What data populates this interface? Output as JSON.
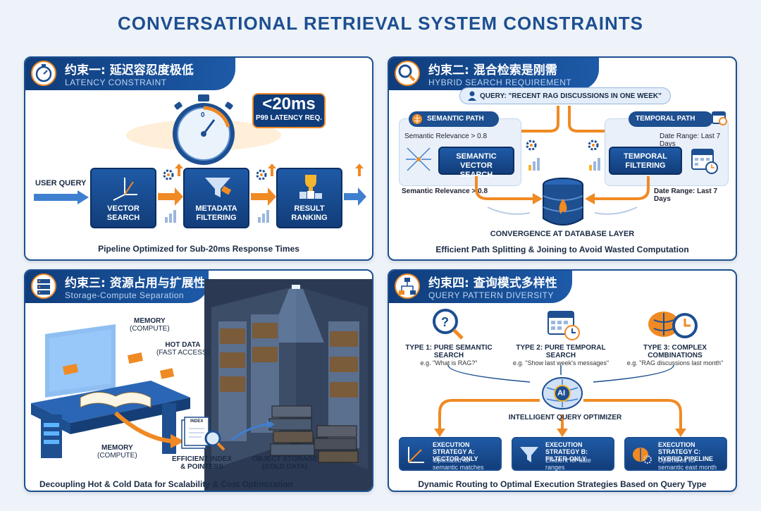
{
  "title": "CONVERSATIONAL RETRIEVAL SYSTEM CONSTRAINTS",
  "colors": {
    "navy": "#1d4f91",
    "orange": "#f08a24",
    "panel_bg": "#ffffff"
  },
  "p1": {
    "zh": "约束一: 延迟容忍度极低",
    "en": "LATENCY CONSTRAINT",
    "icon": "stopwatch-icon",
    "badge_value": "<20ms",
    "badge_sub": "P99 LATENCY REQ.",
    "dial_zero": "0",
    "input": "USER QUERY",
    "steps": [
      "VECTOR SEARCH",
      "METADATA FILTERING",
      "RESULT RANKING"
    ],
    "caption": "Pipeline Optimized for Sub-20ms Response Times"
  },
  "p2": {
    "zh": "约束二: 混合检索是刚需",
    "en": "HYBRID SEARCH REQUIREMENT",
    "icon": "search-icon",
    "query": "QUERY: \"RECENT RAG DISCUSSIONS IN ONE WEEK\"",
    "semantic_path": "SEMANTIC PATH",
    "temporal_path": "TEMPORAL PATH",
    "semantic_rel_top": "Semantic Relevance > 0.8",
    "date_range_top": "Date Range: Last 7 Days",
    "semantic_box": "SEMANTIC VECTOR SEARCH",
    "temporal_box": "TEMPORAL FILTERING",
    "semantic_rel_bottom": "Semantic Relevance > 0.8",
    "date_range_bottom": "Date Range: Last 7 Days",
    "convergence": "CONVERGENCE AT DATABASE LAYER",
    "caption": "Efficient Path Splitting & Joining to Avoid Wasted Computation"
  },
  "p3": {
    "zh": "约束三: 资源占用与扩展性",
    "en": "Storage-Compute Separation",
    "icon": "server-icon",
    "memory_top": "MEMORY",
    "memory_top_sub": "(COMPUTE)",
    "hot_data": "HOT DATA",
    "hot_data_sub": "(FAST ACCESS)",
    "memory_bottom": "MEMORY",
    "memory_bottom_sub": "(COMPUTE)",
    "index": "EFFICIENT INDEX",
    "index_sub": "& POINTERS",
    "index_doc": "INDEX",
    "object_storage": "OBJECT STORAGE",
    "object_storage_sub": "(COLD DATA)",
    "caption": "Decoupling Hot & Cold Data for Scalability & Cost Optimization"
  },
  "p4": {
    "zh": "约束四: 查询模式多样性",
    "en": "QUERY PATTERN DIVERSITY",
    "icon": "flowchart-icon",
    "types": [
      {
        "title": "TYPE 1: PURE SEMANTIC SEARCH",
        "example": "e.g. \"What is RAG?\""
      },
      {
        "title": "TYPE 2: PURE TEMPORAL SEARCH",
        "example": "e.g. \"Show last week's messages\""
      },
      {
        "title": "TYPE 3: COMPLEX COMBINATIONS",
        "example": "e.g. \"RAG discussions last month\""
      }
    ],
    "ai_label": "AI",
    "optimizer": "INTELLIGENT QUERY OPTIMIZER",
    "strategies": [
      {
        "title": "EXECUTION STRATEGY A: VECTOR-ONLY",
        "desc": "Optimized for semantic matches"
      },
      {
        "title": "EXECUTION STRATEGY B: FILTER-ONLY",
        "desc": "Efficient for date ranges"
      },
      {
        "title": "EXECUTION STRATEGY C: HYBRID PIPELINE",
        "desc": "Optimized for semantic east month"
      }
    ],
    "caption": "Dynamic Routing to Optimal Execution Strategies Based on Query Type"
  }
}
